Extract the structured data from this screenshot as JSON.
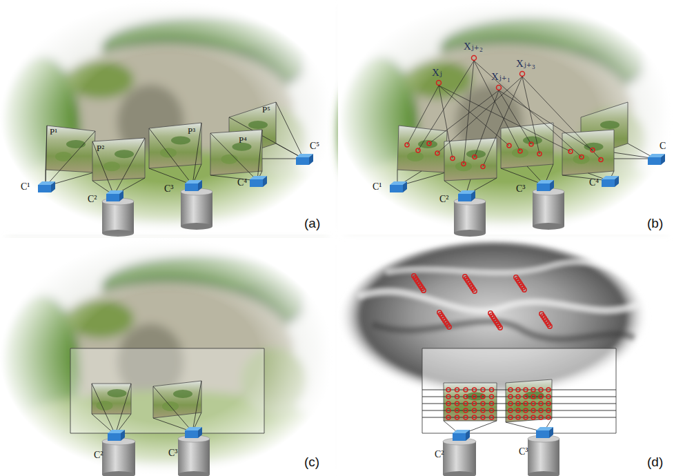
{
  "diagram": {
    "labels": [
      "P¹",
      "P²",
      "P³",
      "P⁴",
      "P⁵",
      "C¹",
      "C²",
      "C³",
      "C⁴",
      "C⁵",
      "(a)",
      "Xⱼ₊₂",
      "Xⱼ",
      "Xⱼ₊₁",
      "Xⱼ₊₃",
      "C¹",
      "C²",
      "C³",
      "C⁴",
      "C",
      "(b)",
      "C²",
      "C³",
      "(c)",
      "C²",
      "C³",
      "(d)"
    ]
  }
}
